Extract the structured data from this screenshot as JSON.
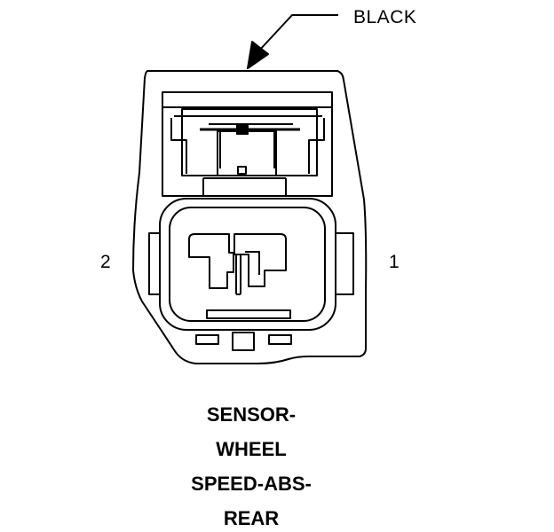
{
  "callout": {
    "color_label": "BLACK"
  },
  "pins": {
    "left": "2",
    "right": "1"
  },
  "caption": {
    "lines": [
      "SENSOR-",
      "WHEEL",
      "SPEED-ABS-",
      "REAR"
    ]
  },
  "colors": {
    "line": "#000000",
    "background": "#ffffff"
  }
}
